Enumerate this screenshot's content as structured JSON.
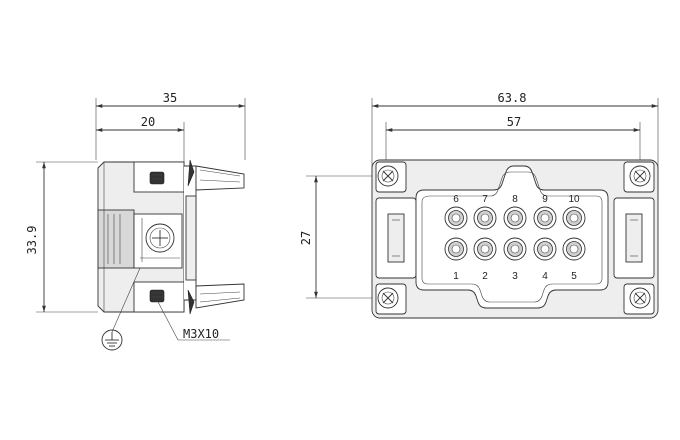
{
  "side_view": {
    "dim_total_width": "35",
    "dim_body_width": "20",
    "dim_height": "33.9",
    "screw_label": "M3X10"
  },
  "front_view": {
    "dim_total_width": "63.8",
    "dim_hole_spacing": "57",
    "dim_height": "27",
    "top_row_pins": [
      "6",
      "7",
      "8",
      "9",
      "10"
    ],
    "bottom_row_pins": [
      "1",
      "2",
      "3",
      "4",
      "5"
    ]
  },
  "icons": {
    "ground": "ground-symbol-icon",
    "mount_screw": "phillips-screw-icon"
  }
}
